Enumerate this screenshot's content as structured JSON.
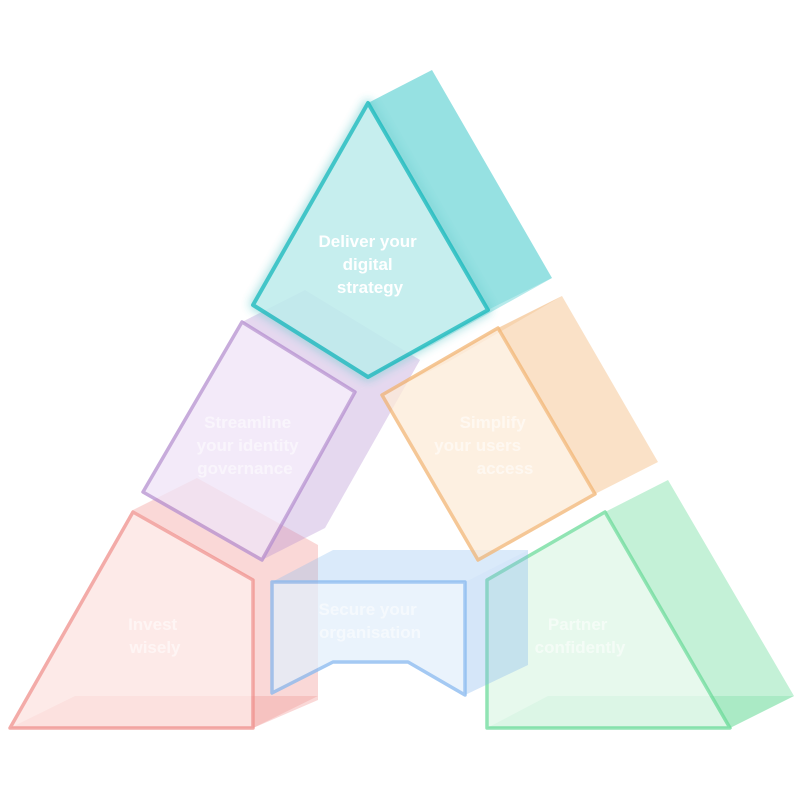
{
  "segments": [
    {
      "id": "deliver",
      "lines": [
        "Deliver your",
        "digital",
        "strategy"
      ],
      "color": "#2ec4c6",
      "active": true
    },
    {
      "id": "streamline",
      "lines": [
        "Streamline",
        "your identity",
        "governance"
      ],
      "color": "#b58fd0",
      "active": false
    },
    {
      "id": "simplify",
      "lines": [
        "Simplify",
        "your users",
        "access"
      ],
      "color": "#f2b574",
      "active": false
    },
    {
      "id": "invest",
      "lines": [
        "Invest",
        "wisely"
      ],
      "color": "#f0908c",
      "active": false
    },
    {
      "id": "secure",
      "lines": [
        "Secure your",
        "organisation"
      ],
      "color": "#86b8ef",
      "active": false
    },
    {
      "id": "partner",
      "lines": [
        "Partner",
        "confidently"
      ],
      "color": "#6cdb9a",
      "active": false
    }
  ]
}
